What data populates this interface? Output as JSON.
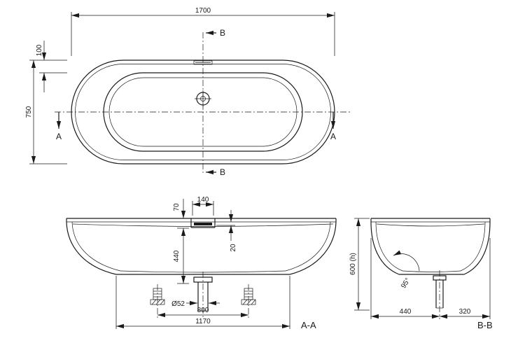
{
  "drawing_type": "bathtub technical drawing, three views",
  "plan": {
    "dim_length": "1700",
    "dim_width": "750",
    "dim_offset": "100",
    "marker_a_left": "A",
    "marker_a_right": "A",
    "marker_b_top": "B",
    "marker_b_bottom": "B"
  },
  "section_aa": {
    "label": "A-A",
    "dim_overflow_height": "70",
    "dim_overflow_width": "140",
    "dim_slot": "20",
    "dim_depth": "440",
    "dim_drain": "Ø52",
    "dim_feet_spacing": "800",
    "dim_base_length": "1170"
  },
  "section_bb": {
    "label": "B-B",
    "dim_height": "600 (h)",
    "dim_angle": "95°",
    "dim_front": "440",
    "dim_back": "320"
  },
  "colors": {
    "line": "#1a1a1a",
    "background": "#ffffff"
  }
}
